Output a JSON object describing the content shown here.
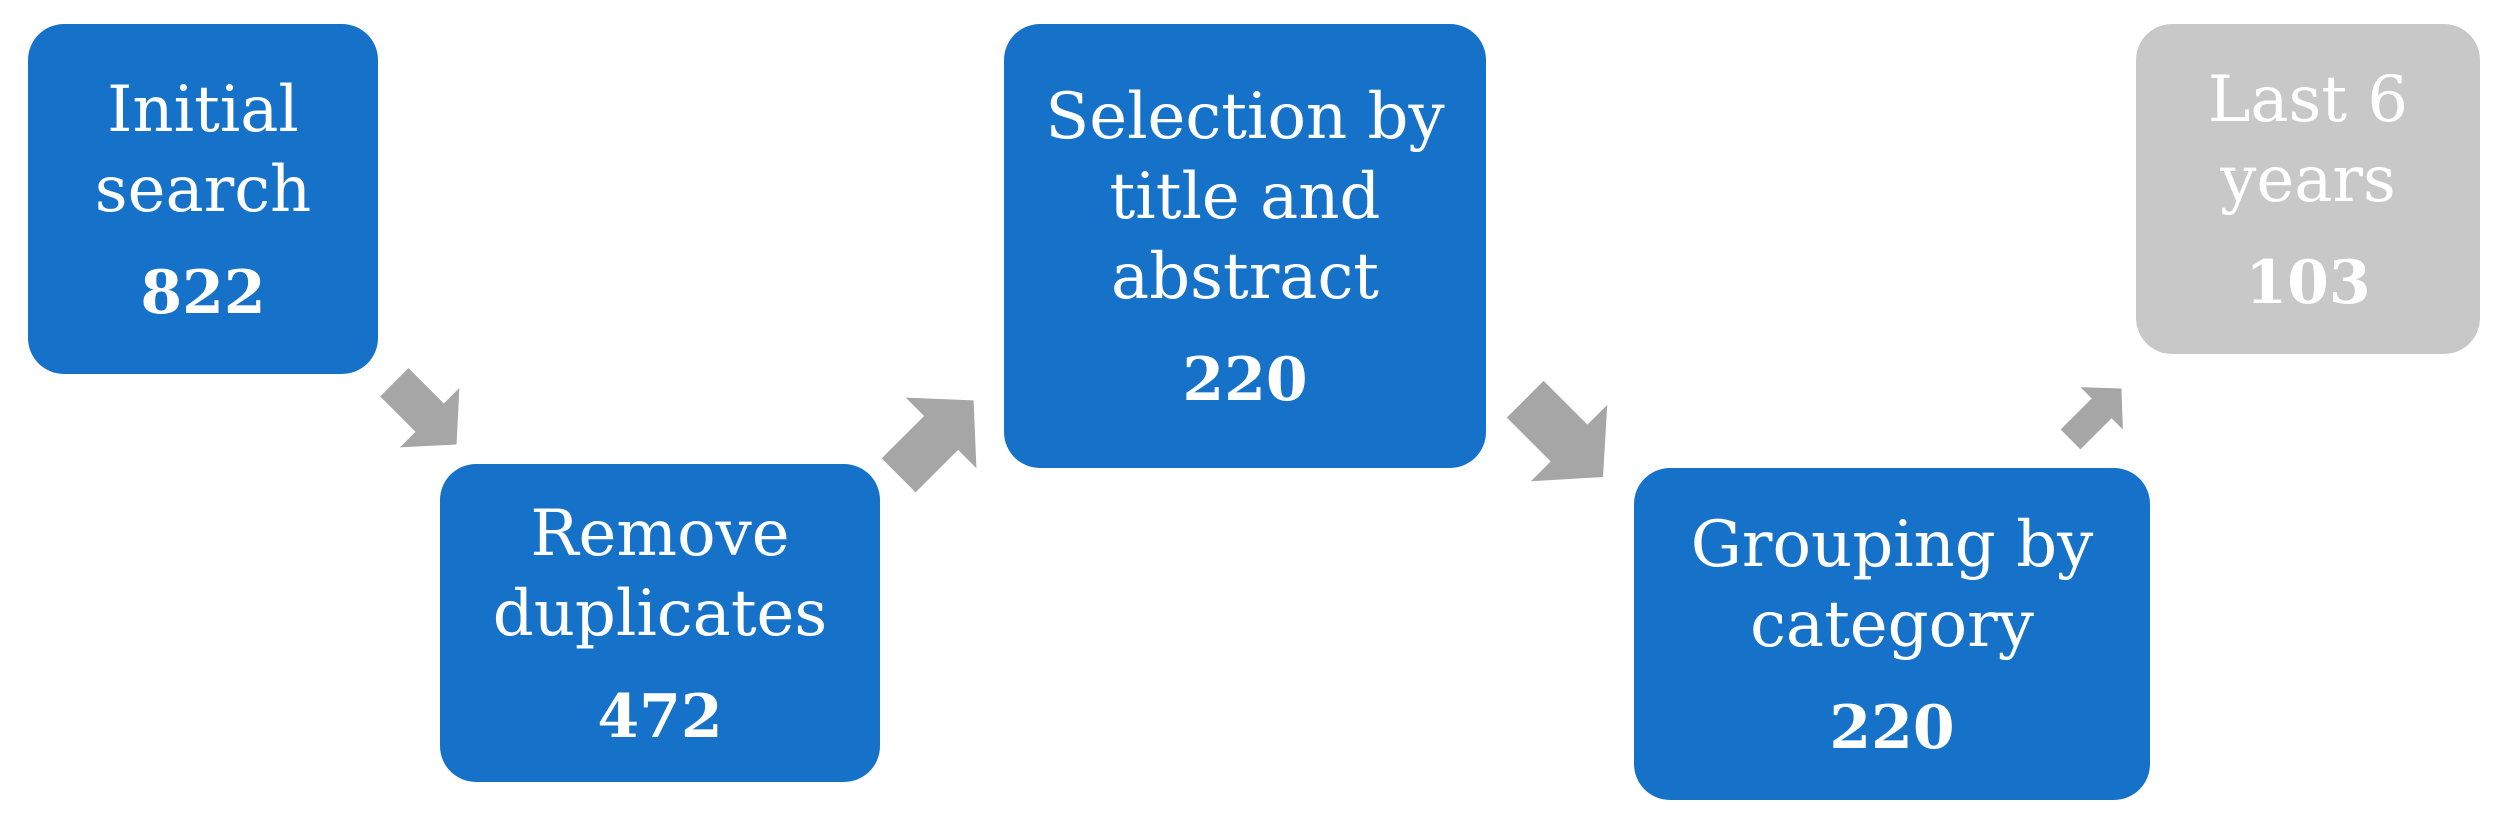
{
  "diagram": {
    "steps": [
      {
        "label": "Initial\nsearch",
        "count": "822"
      },
      {
        "label": "Remove\nduplicates",
        "count": "472"
      },
      {
        "label": "Selection by\ntitle and\nabstract",
        "count": "220"
      },
      {
        "label": "Grouping by\ncategory",
        "count": "220"
      },
      {
        "label": "Last 6\nyears",
        "count": "103"
      }
    ],
    "colors": {
      "step_fill": "#1672c9",
      "final_step_fill": "#c8c8c8",
      "arrow_fill": "#a6a6a6",
      "text": "#ffffff"
    },
    "icons": [
      "arrow-down-right-icon",
      "arrow-up-right-icon",
      "arrow-down-right-icon",
      "arrow-up-right-icon"
    ]
  }
}
